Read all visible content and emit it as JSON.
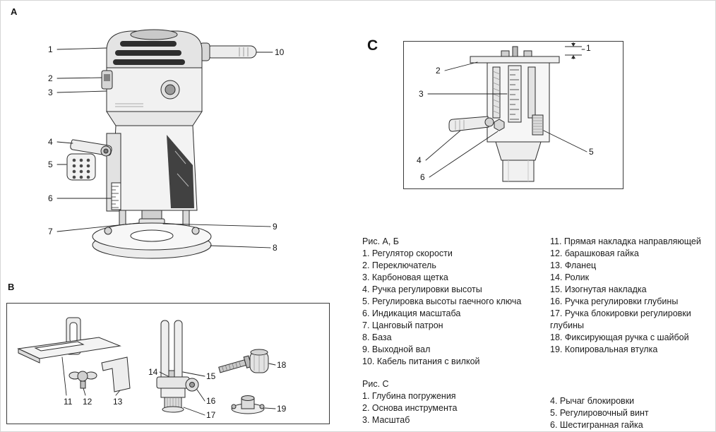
{
  "figure_labels": {
    "a": "A",
    "b": "B",
    "c": "C"
  },
  "diagram_a": {
    "callouts": [
      "1",
      "2",
      "3",
      "4",
      "5",
      "6",
      "7",
      "8",
      "9",
      "10"
    ]
  },
  "diagram_b": {
    "callouts": [
      "11",
      "12",
      "13",
      "14",
      "15",
      "16",
      "17",
      "18",
      "19"
    ]
  },
  "diagram_c": {
    "callouts": [
      "1",
      "2",
      "3",
      "4",
      "5",
      "6"
    ]
  },
  "legend": {
    "fig_ab_title": "Рис. А, Б",
    "fig_ab_items": [
      "1. Регулятор скорости",
      "2. Переключатель",
      "3. Карбоновая щетка",
      "4. Ручка регулировки высоты",
      "5. Регулировка высоты гаечного ключа",
      "6. Индикация масштаба",
      "7. Цанговый патрон",
      "8. База",
      "9. Выходной вал",
      "10. Кабель питания с вилкой"
    ],
    "fig_c_title": "Рис. С",
    "fig_c_items": [
      "1. Глубина погружения",
      "2. Основа инструмента",
      "3. Масштаб"
    ],
    "right_items": [
      "11. Прямая накладка направляющей",
      "12. барашковая гайка",
      "13. Фланец",
      "14. Ролик",
      "15. Изогнутая накладка",
      "16. Ручка регулировки глубины",
      "17. Ручка блокировки регулировки глубины",
      "18. Фиксирующая ручка с шайбой",
      "19. Копировальная втулка"
    ],
    "right_bottom_items": [
      "4. Рычаг блокировки",
      "5. Регулировочный винт",
      "6. Шестигранная гайка"
    ]
  }
}
